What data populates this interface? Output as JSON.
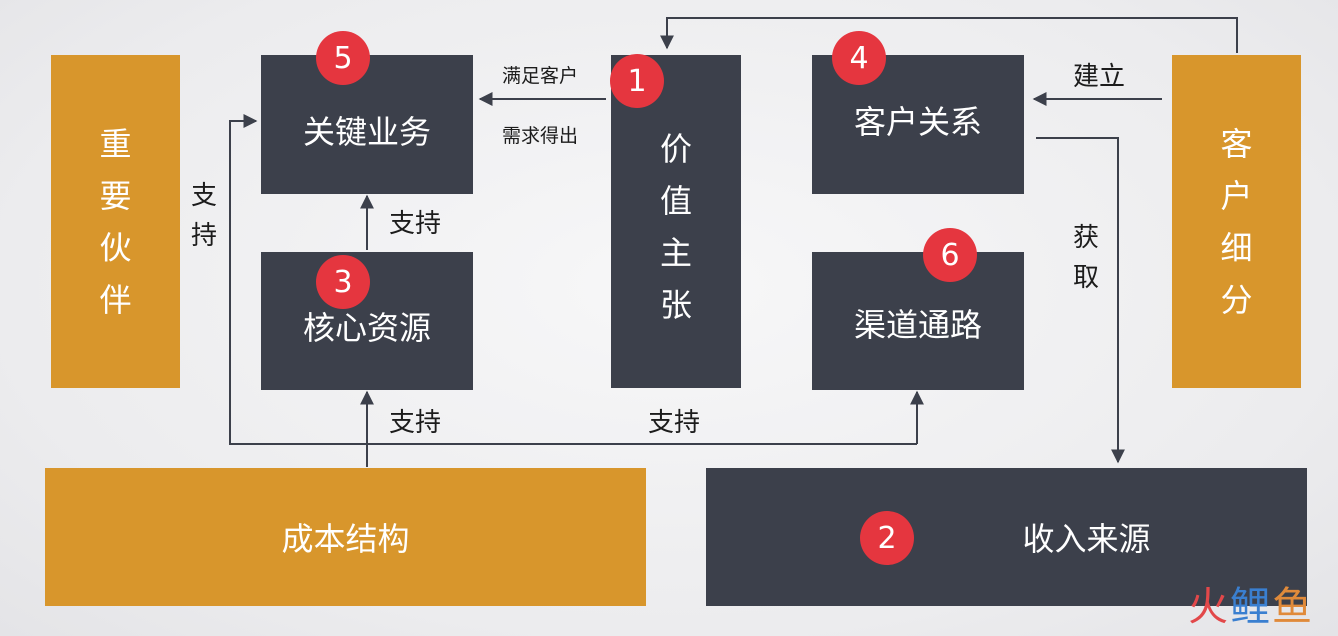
{
  "blocks": {
    "key_partners": "重要伙伴",
    "key_activities": "关键业务",
    "key_resources": "核心资源",
    "value_proposition": "价值主张",
    "customer_relationships": "客户关系",
    "channels": "渠道通路",
    "customer_segments": "客户细分",
    "cost_structure": "成本结构",
    "revenue_streams": "收入来源"
  },
  "badges": {
    "value_proposition": "1",
    "revenue_streams": "2",
    "key_resources": "3",
    "customer_relationships": "4",
    "key_activities": "5",
    "channels": "6"
  },
  "labels": {
    "meet_customer_line1": "满足客户",
    "meet_customer_line2": "需求得出",
    "establish": "建立",
    "acquire": "获取",
    "support_left": "支持",
    "support_resources_to_activities": "支持",
    "support_cost_to_resources": "支持",
    "support_cost_to_channels": "支持"
  },
  "watermark": {
    "part1": "火",
    "part2": "鲤",
    "part3": "鱼"
  },
  "colors": {
    "dark_block": "#3c404b",
    "gold_block": "#d8962c",
    "badge": "#e5363f",
    "connector": "#3c404b"
  }
}
